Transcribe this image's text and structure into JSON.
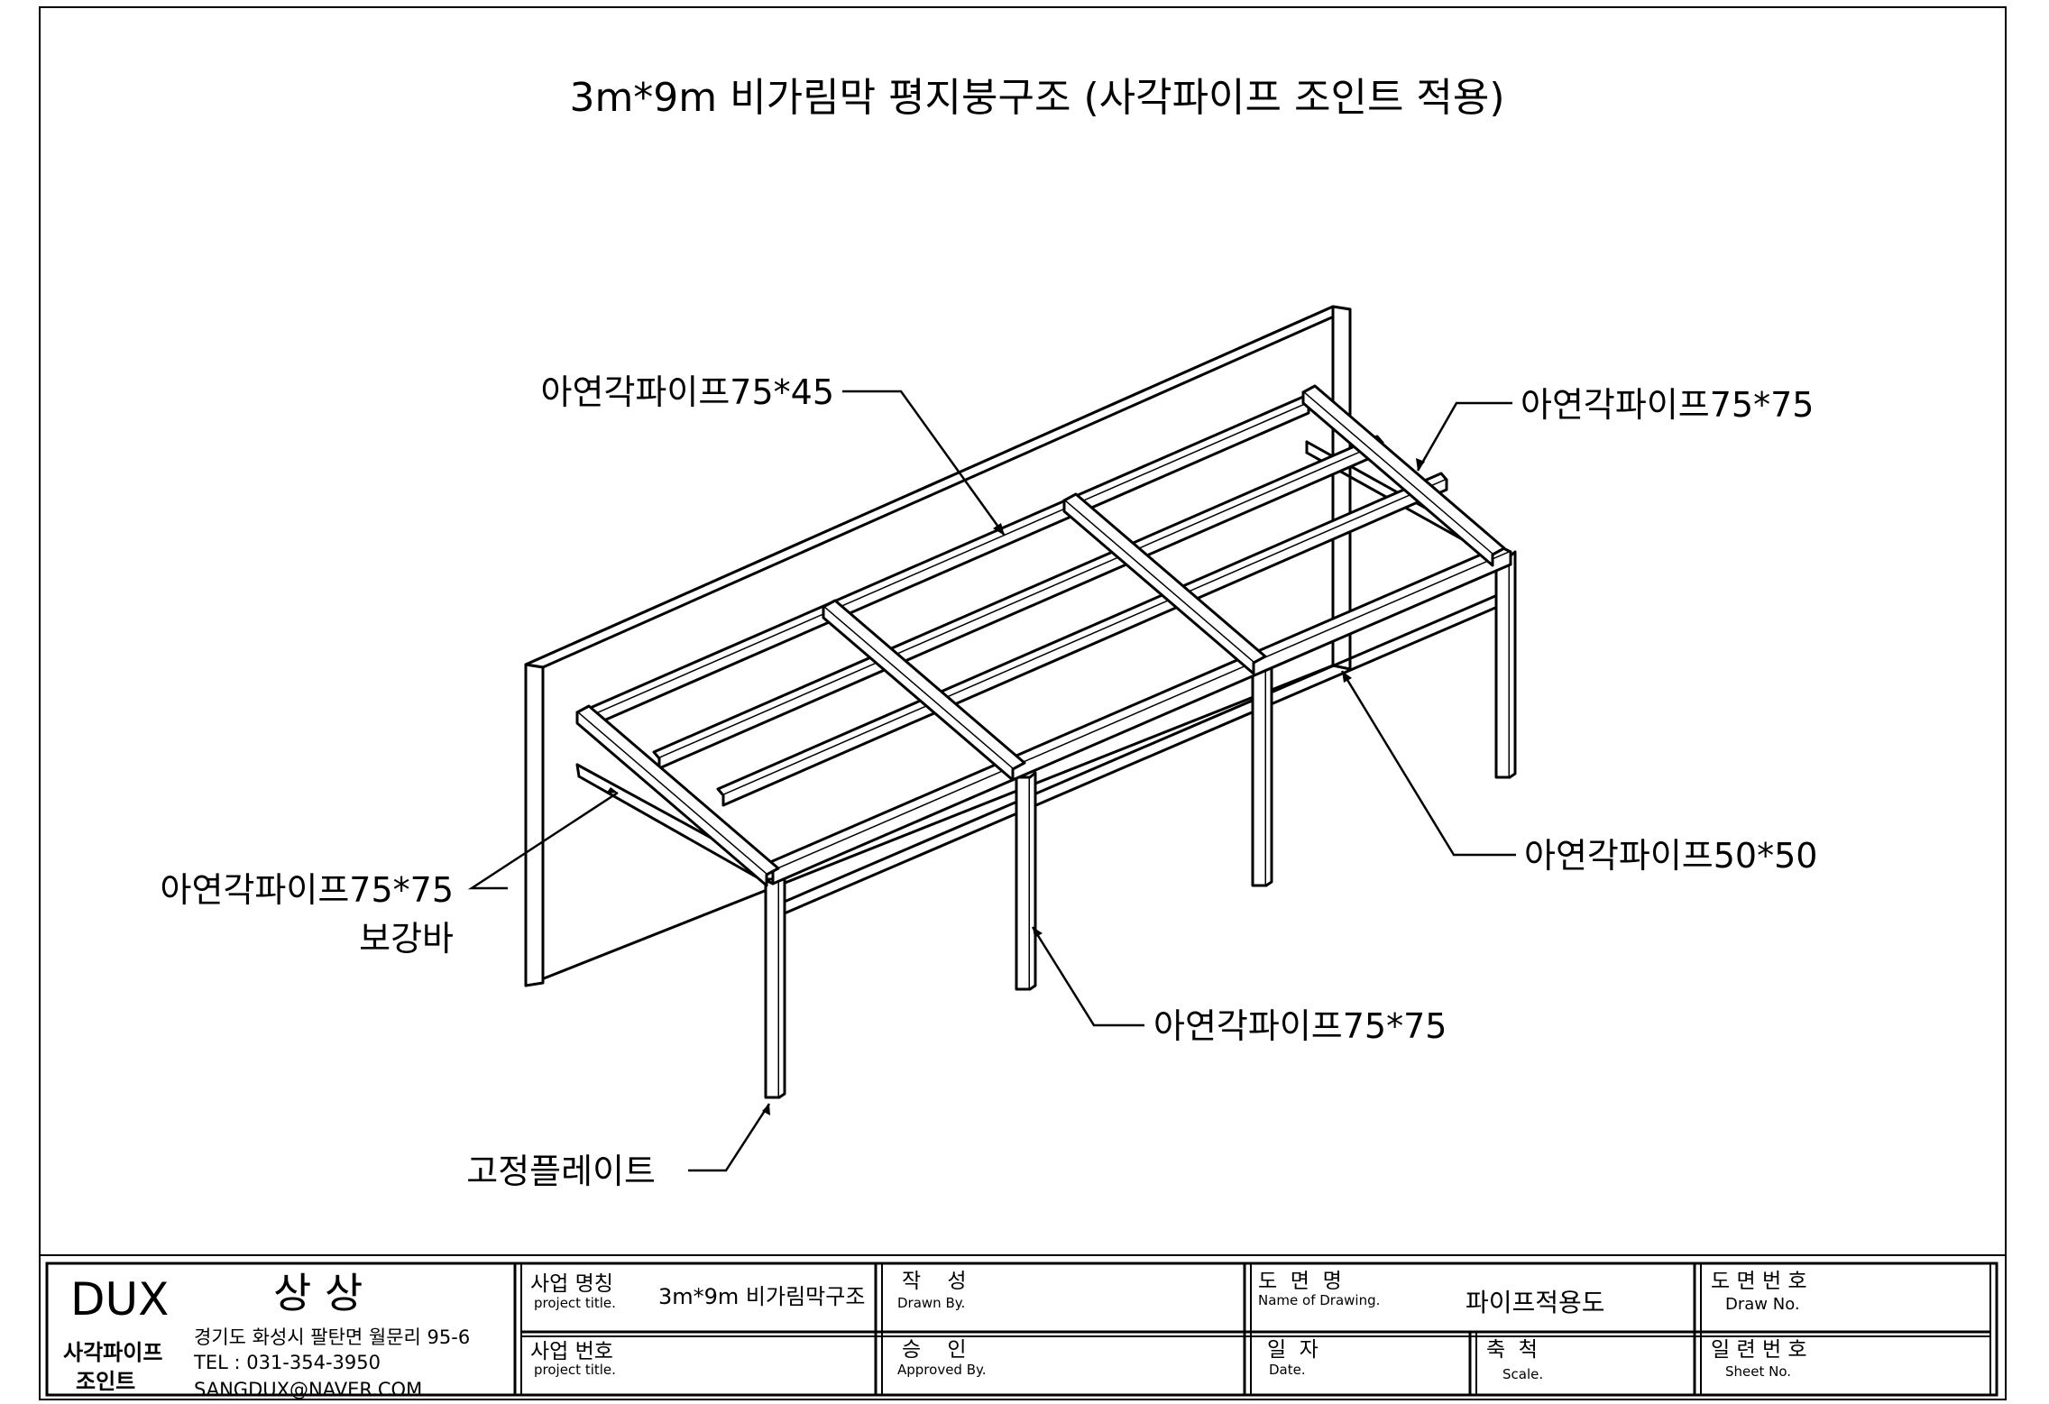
{
  "drawing_title": "3m*9m 비가림막  평지붕구조 (사각파이프 조인트 적용)",
  "callouts": {
    "purlin_75x45": "아연각파이프75*45",
    "beam_75x75_right": "아연각파이프75*75",
    "reinforce_75x75": "아연각파이프75*75",
    "reinforce_label": "보강바",
    "tie_50x50": "아연각파이프50*50",
    "post_75x75": "아연각파이프75*75",
    "fixing_plate": "고정플레이트"
  },
  "title_block": {
    "company": {
      "brand": "DUX",
      "name": "상 상",
      "product_line1": "사각파이프",
      "product_line2": "조인트",
      "address": "경기도 화성시 팔탄면 월문리 95-6",
      "tel": "TEL : 031-354-3950",
      "email": "SANGDUX@NAVER.COM"
    },
    "project_name": {
      "label_ko": "사업 명칭",
      "label_en": "project title.",
      "value": "3m*9m 비가림막구조"
    },
    "project_no": {
      "label_ko": "사업 번호",
      "label_en": "project title.",
      "value": ""
    },
    "drawn": {
      "label_ko": "작    성",
      "label_en": "Drawn By.",
      "value": ""
    },
    "approved": {
      "label_ko": "승    인",
      "label_en": "Approved By.",
      "value": ""
    },
    "drawing_name": {
      "label_ko": "도  면  명",
      "label_en": "Name of Drawing.",
      "value": "파이프적용도"
    },
    "date": {
      "label_ko": "일  자",
      "label_en": "Date.",
      "value": ""
    },
    "scale": {
      "label_ko": "축  척",
      "label_en": "Scale.",
      "value": ""
    },
    "drawing_no": {
      "label_ko": "도 면 번 호",
      "label_en": "Draw No.",
      "value": ""
    },
    "sheet_no": {
      "label_ko": "일 련 번 호",
      "label_en": "Sheet No.",
      "value": ""
    }
  }
}
